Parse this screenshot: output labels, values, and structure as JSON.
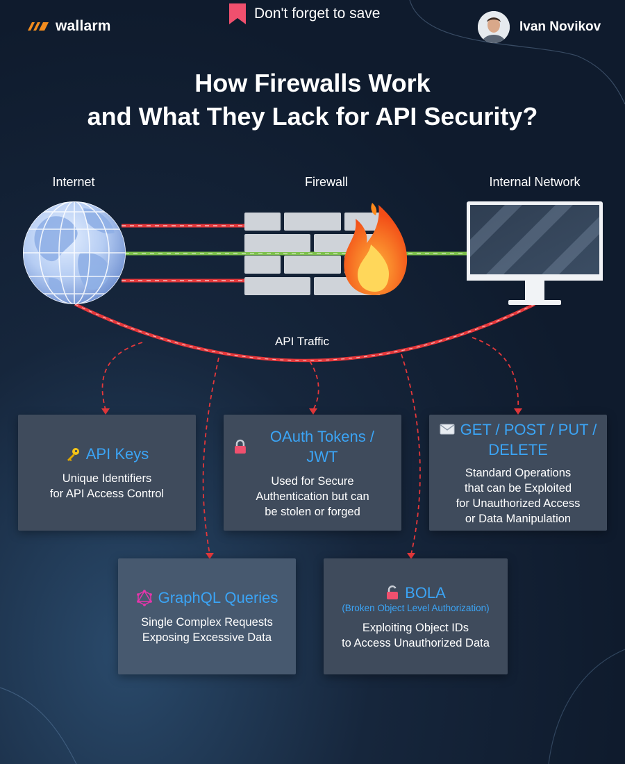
{
  "header": {
    "brand": "wallarm",
    "save_reminder": "Don't forget to save",
    "author": "Ivan Novikov"
  },
  "title": {
    "line1": "How Firewalls Work",
    "line2": "and What They Lack for API Security?"
  },
  "diagram": {
    "internet_label": "Internet",
    "firewall_label": "Firewall",
    "internal_label": "Internal Network",
    "traffic_label": "API Traffic",
    "colors": {
      "blocked": "#e5383b",
      "allowed": "#7cc04b",
      "accent": "#3ba4f5"
    }
  },
  "cards": {
    "api_keys": {
      "icon": "key-icon",
      "title": "API Keys",
      "desc": [
        "Unique Identifiers",
        "for API Access Control"
      ]
    },
    "oauth": {
      "icon": "lock-icon",
      "title": "OAuth Tokens / JWT",
      "desc": [
        "Used for Secure",
        "Authentication but can",
        "be stolen or forged"
      ]
    },
    "methods": {
      "icon": "envelope-icon",
      "title1": "GET / POST / PUT /",
      "title2": "DELETE",
      "desc": [
        "Standard Operations",
        "that can be Exploited",
        "for Unauthorized Access",
        "or Data Manipulation"
      ]
    },
    "graphql": {
      "icon": "graphql-icon",
      "title": "GraphQL Queries",
      "desc": [
        "Single Complex Requests",
        "Exposing Excessive Data"
      ]
    },
    "bola": {
      "icon": "unlock-icon",
      "title": "BOLA",
      "subtitle": "(Broken Object Level Authorization)",
      "desc": [
        "Exploiting Object IDs",
        "to Access Unauthorized Data"
      ]
    }
  }
}
